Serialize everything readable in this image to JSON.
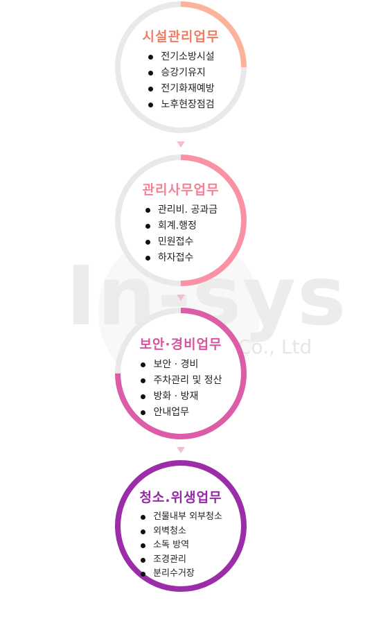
{
  "watermark": {
    "logo_text": "In-sys",
    "subtitle": "Co., Ltd"
  },
  "colors": {
    "ring_track": "#e9e9e9",
    "arrow": "#f3bfd0",
    "stage_1": "#fbb39a",
    "stage_1_title": "#ef7d64",
    "stage_2": "#fb91a5",
    "stage_2_title": "#f67f98",
    "stage_3": "#dd5ca8",
    "stage_3_title": "#d9549f",
    "stage_4": "#9b2da9",
    "stage_4_title": "#932aa4"
  },
  "stages": [
    {
      "title": "시설관리업무",
      "progress": 0.25,
      "items": [
        "전기소방시설",
        "승강기유지",
        "전기화재예방",
        "노후현장점검"
      ]
    },
    {
      "title": "관리사무업무",
      "progress": 0.5,
      "items": [
        "관리비. 공과금",
        "회계.행정",
        "민원접수",
        "하자접수"
      ]
    },
    {
      "title": "보안·경비업무",
      "progress": 0.75,
      "items": [
        "보안 · 경비",
        "주차관리 및 정산",
        "방화 · 방재",
        "안내업무"
      ]
    },
    {
      "title": "청소.위생업무",
      "progress": 1.0,
      "items": [
        "건물내부 외부청소",
        "외벽청소",
        "소독 방역",
        "조경관리",
        "분리수거장"
      ]
    }
  ]
}
